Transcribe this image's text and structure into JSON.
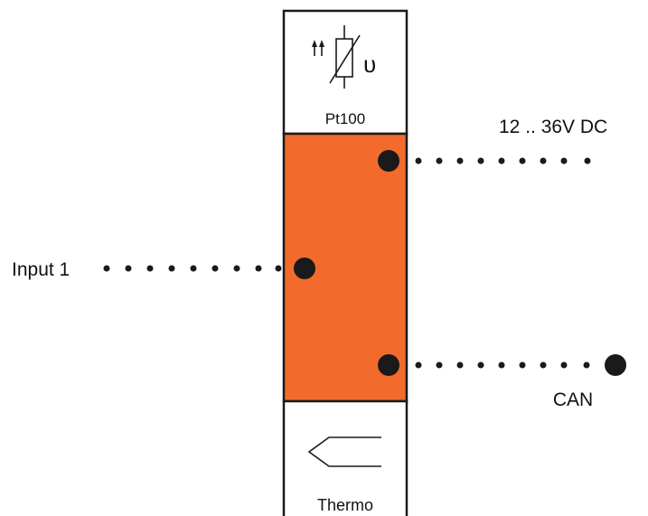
{
  "module": {
    "top_label": "Pt100",
    "bottom_label": "Thermo",
    "body_color": "#F26B2D",
    "top_icon": "rtd-thermistor-symbol-icon",
    "bottom_icon": "thermocouple-probe-icon"
  },
  "connections": {
    "power_label": "12 .. 36V DC",
    "input_label": "Input 1",
    "bus_label": "CAN"
  },
  "colors": {
    "terminal": "#1A1A1A",
    "outline": "#1A1A1A"
  }
}
